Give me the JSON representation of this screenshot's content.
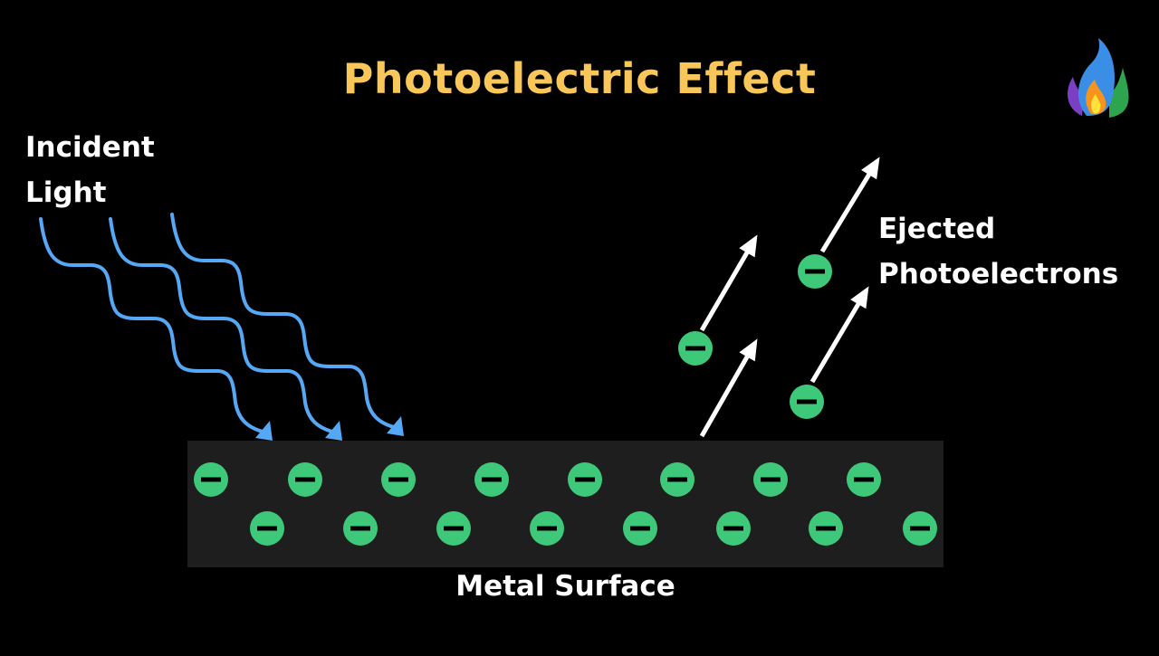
{
  "title": "Photoelectric Effect",
  "labels": {
    "incident_line1": "Incident",
    "incident_line2": "Light",
    "ejected_line1": "Ejected",
    "ejected_line2": "Photoelectrons",
    "metal": "Metal Surface"
  },
  "icons": {
    "logo": "flame-logo-icon",
    "electron": "electron-minus-icon"
  },
  "colors": {
    "title": "#f9c65a",
    "wave": "#55a8f5",
    "electron": "#3ec97a",
    "metal": "#1e1e1e",
    "arrow": "#ffffff"
  },
  "counts": {
    "incident_waves": 3,
    "surface_electrons": 16,
    "ejected_electrons": 3
  }
}
